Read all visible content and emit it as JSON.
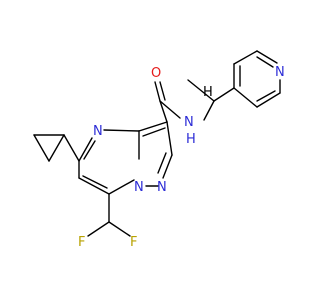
{
  "molecule": {
    "atoms": {
      "o_carbonyl": "O",
      "n_amide": "N",
      "h_amide": "H",
      "h_methine": "H",
      "n_pyridine": "N",
      "n_pyrimidine": "N",
      "n_bridge": "N",
      "n_pyrazole": "N",
      "f_left": "F",
      "f_right": "F"
    },
    "colors": {
      "carbon_bond": "#000000",
      "nitrogen": "#2c2cd6",
      "oxygen": "#e51b1b",
      "fluorine": "#b8a200"
    }
  }
}
